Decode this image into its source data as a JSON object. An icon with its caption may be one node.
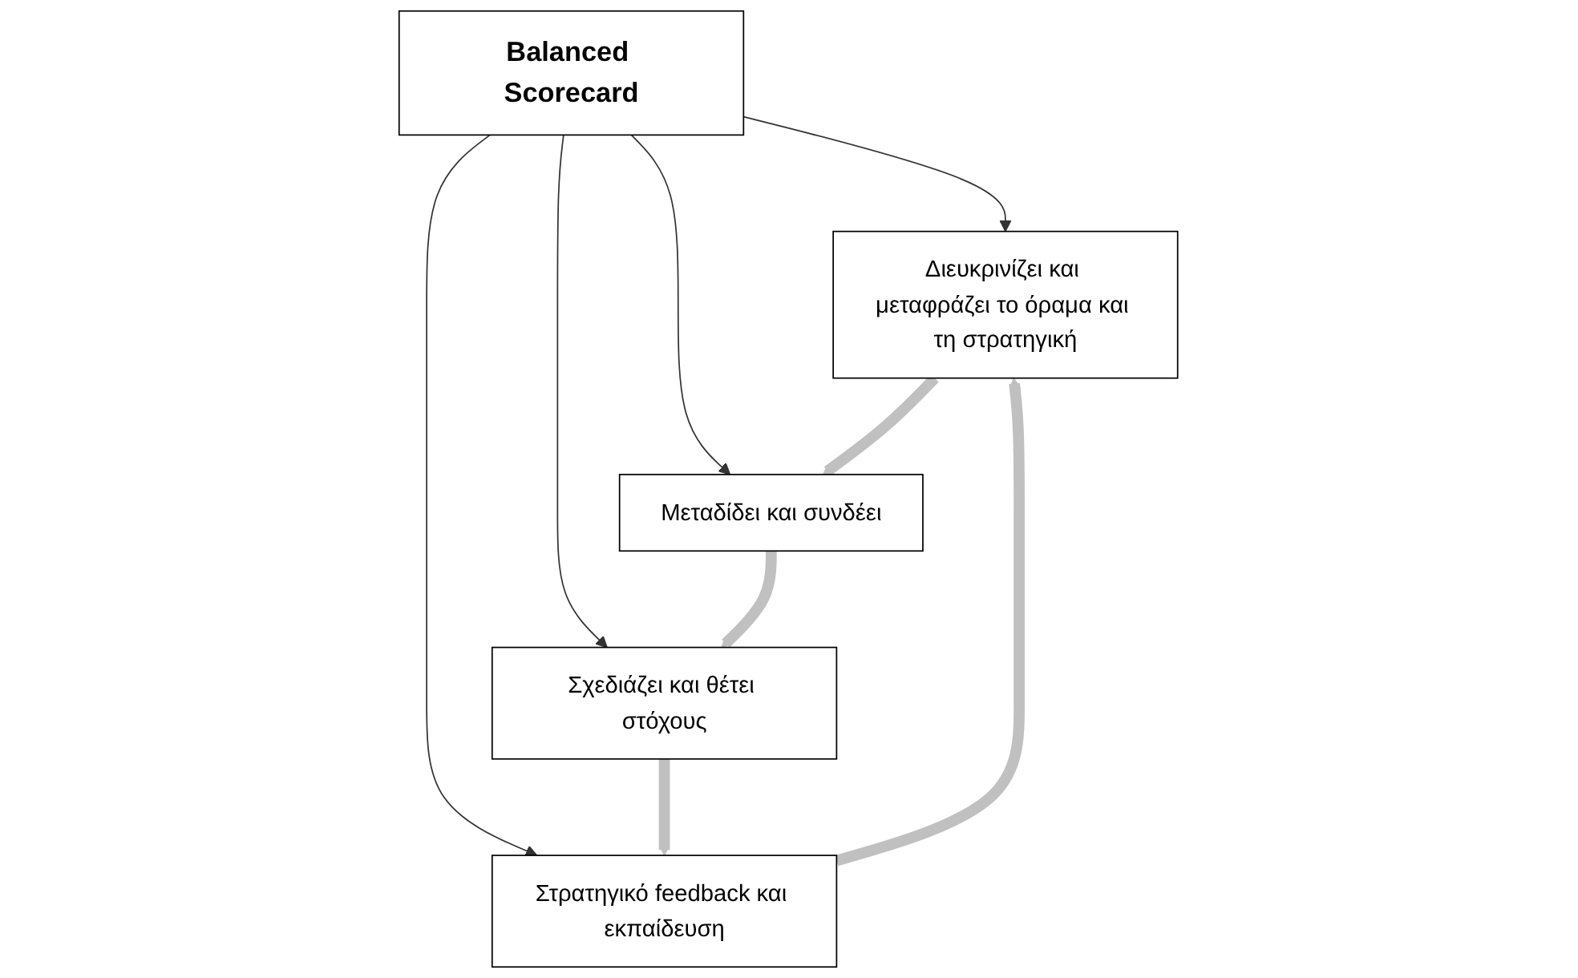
{
  "diagram": {
    "nodes": [
      {
        "text": [
          "Διευκρινίζει και μεταφράζει το όραμα και τη στρατηγική"
        ]
      },
      {
        "text": [
          "Μεταδίδει και συνδέει"
        ]
      },
      {
        "text": [
          "Balanced Scorecard"
        ]
      },
      {
        "text": [
          "Στρατηγικό feedback και εκπαίδευση"
        ]
      },
      {
        "text": [
          "Σχεδιάζει και θέτει στόχους"
        ]
      }
    ],
    "edges": [
      {
        "from": 2,
        "to": 0,
        "arrow": "to"
      },
      {
        "from": 2,
        "to": 1,
        "arrow": "to"
      },
      {
        "from": 2,
        "to": 3,
        "arrow": "to"
      },
      {
        "from": 2,
        "to": 4,
        "arrow": "to"
      },
      {
        "from": 0,
        "to": 1,
        "arrow": "to",
        "style": "thick",
        "color": "#c0c0c0"
      },
      {
        "from": 1,
        "to": 4,
        "arrow": "to",
        "style": "thick",
        "color": "#c0c0c0"
      },
      {
        "from": 4,
        "to": 3,
        "arrow": "to",
        "style": "thick",
        "color": "#c0c0c0"
      },
      {
        "from": 3,
        "to": 0,
        "arrow": "to",
        "style": "thick",
        "color": "#c0c0c0"
      }
    ]
  }
}
